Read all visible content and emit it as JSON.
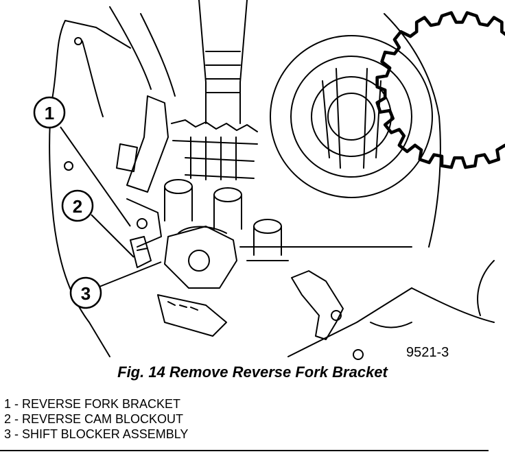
{
  "figure": {
    "number": "9521-3",
    "callouts": [
      "1",
      "2",
      "3"
    ]
  },
  "caption": "Fig. 14 Remove Reverse Fork Bracket",
  "legend": [
    "1 - REVERSE FORK BRACKET",
    "2 - REVERSE CAM BLOCKOUT",
    "3 - SHIFT BLOCKER ASSEMBLY"
  ]
}
